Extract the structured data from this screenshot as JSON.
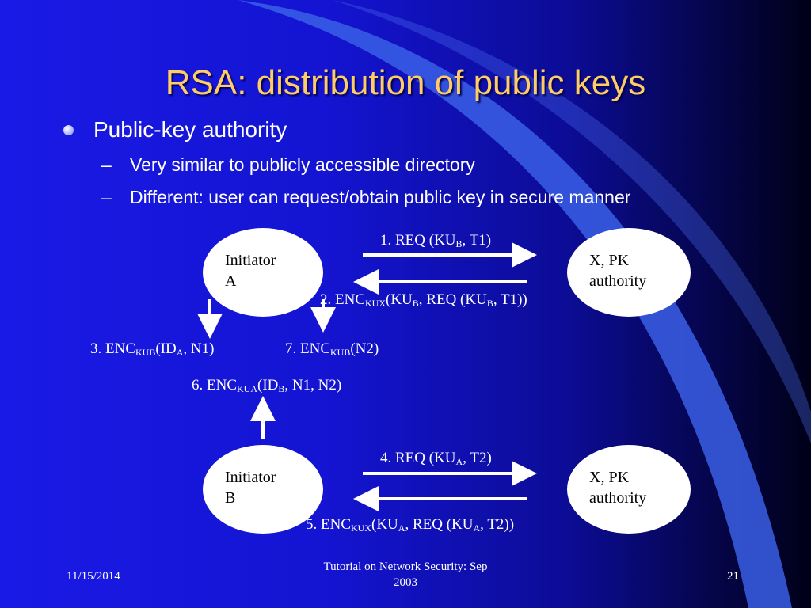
{
  "slide": {
    "title": "RSA: distribution of public keys",
    "bullet": "Public-key authority",
    "subbullets": [
      "Very similar to publicly accessible directory",
      "Different: user can request/obtain public key in secure manner"
    ],
    "subbullet_marker": "–"
  },
  "diagram": {
    "nodes": {
      "initiator_a": [
        "Initiator",
        "A"
      ],
      "authority_top": [
        "X, PK",
        "authority"
      ],
      "initiator_b": [
        "Initiator",
        "B"
      ],
      "authority_bottom": [
        "X, PK",
        "authority"
      ]
    },
    "msg1": {
      "pre": "1. REQ (KU",
      "s1": "B",
      "post": ", T1)"
    },
    "msg2": {
      "pre": "2. ENC",
      "s1": "KUX",
      "m1": "(KU",
      "s2": "B",
      "m2": ", REQ (KU",
      "s3": "B",
      "post": ", T1))"
    },
    "msg3": {
      "pre": "3. ENC",
      "s1": "KUB",
      "m1": "(ID",
      "s2": "A",
      "post": ", N1)"
    },
    "msg7": {
      "pre": "7. ENC",
      "s1": "KUB",
      "post": "(N2)"
    },
    "msg6": {
      "pre": "6. ENC",
      "s1": "KUA",
      "m1": "(ID",
      "s2": "B",
      "post": ", N1, N2)"
    },
    "msg4": {
      "pre": "4. REQ (KU",
      "s1": "A",
      "post": ", T2)"
    },
    "msg5": {
      "pre": "5. ENC",
      "s1": "KUX",
      "m1": "(KU",
      "s2": "A",
      "m2": ", REQ (KU",
      "s3": "A",
      "post": ", T2))"
    }
  },
  "footer": {
    "date": "11/15/2014",
    "center_line1": "Tutorial on Network Security: Sep",
    "center_line2": "2003",
    "page": "21"
  },
  "colors": {
    "title": "#ffcc66",
    "text": "#ffffff",
    "swoosh": "#3a5fe6"
  }
}
